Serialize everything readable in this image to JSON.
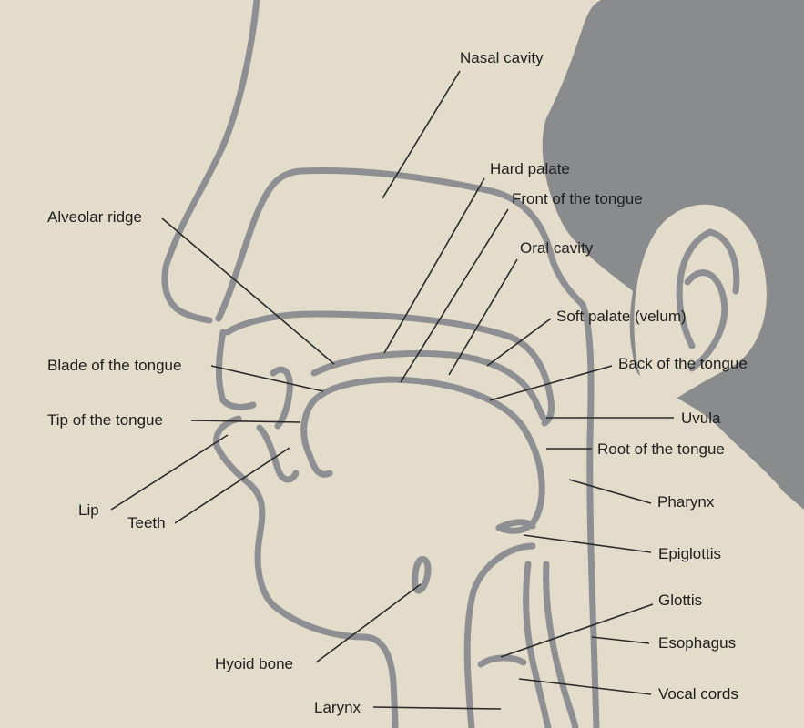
{
  "colors": {
    "background": "#e4dccb",
    "anatomy_outline": "#8e8f92",
    "head_silhouette": "#8a8b8d",
    "leader_line": "#2a2a2a",
    "label_text": "#1e1e1e"
  },
  "labels": {
    "nasal_cavity": "Nasal cavity",
    "hard_palate": "Hard palate",
    "front_of_tongue": "Front of the tongue",
    "oral_cavity": "Oral cavity",
    "alveolar_ridge": "Alveolar ridge",
    "soft_palate": "Soft palate (velum)",
    "blade_of_tongue": "Blade of the tongue",
    "back_of_tongue": "Back of the tongue",
    "tip_of_tongue": "Tip of the tongue",
    "uvula": "Uvula",
    "root_of_tongue": "Root of the tongue",
    "pharynx": "Pharynx",
    "lip": "Lip",
    "teeth": "Teeth",
    "epiglottis": "Epiglottis",
    "glottis": "Glottis",
    "esophagus": "Esophagus",
    "hyoid_bone": "Hyoid bone",
    "vocal_cords": "Vocal cords",
    "larynx": "Larynx"
  }
}
